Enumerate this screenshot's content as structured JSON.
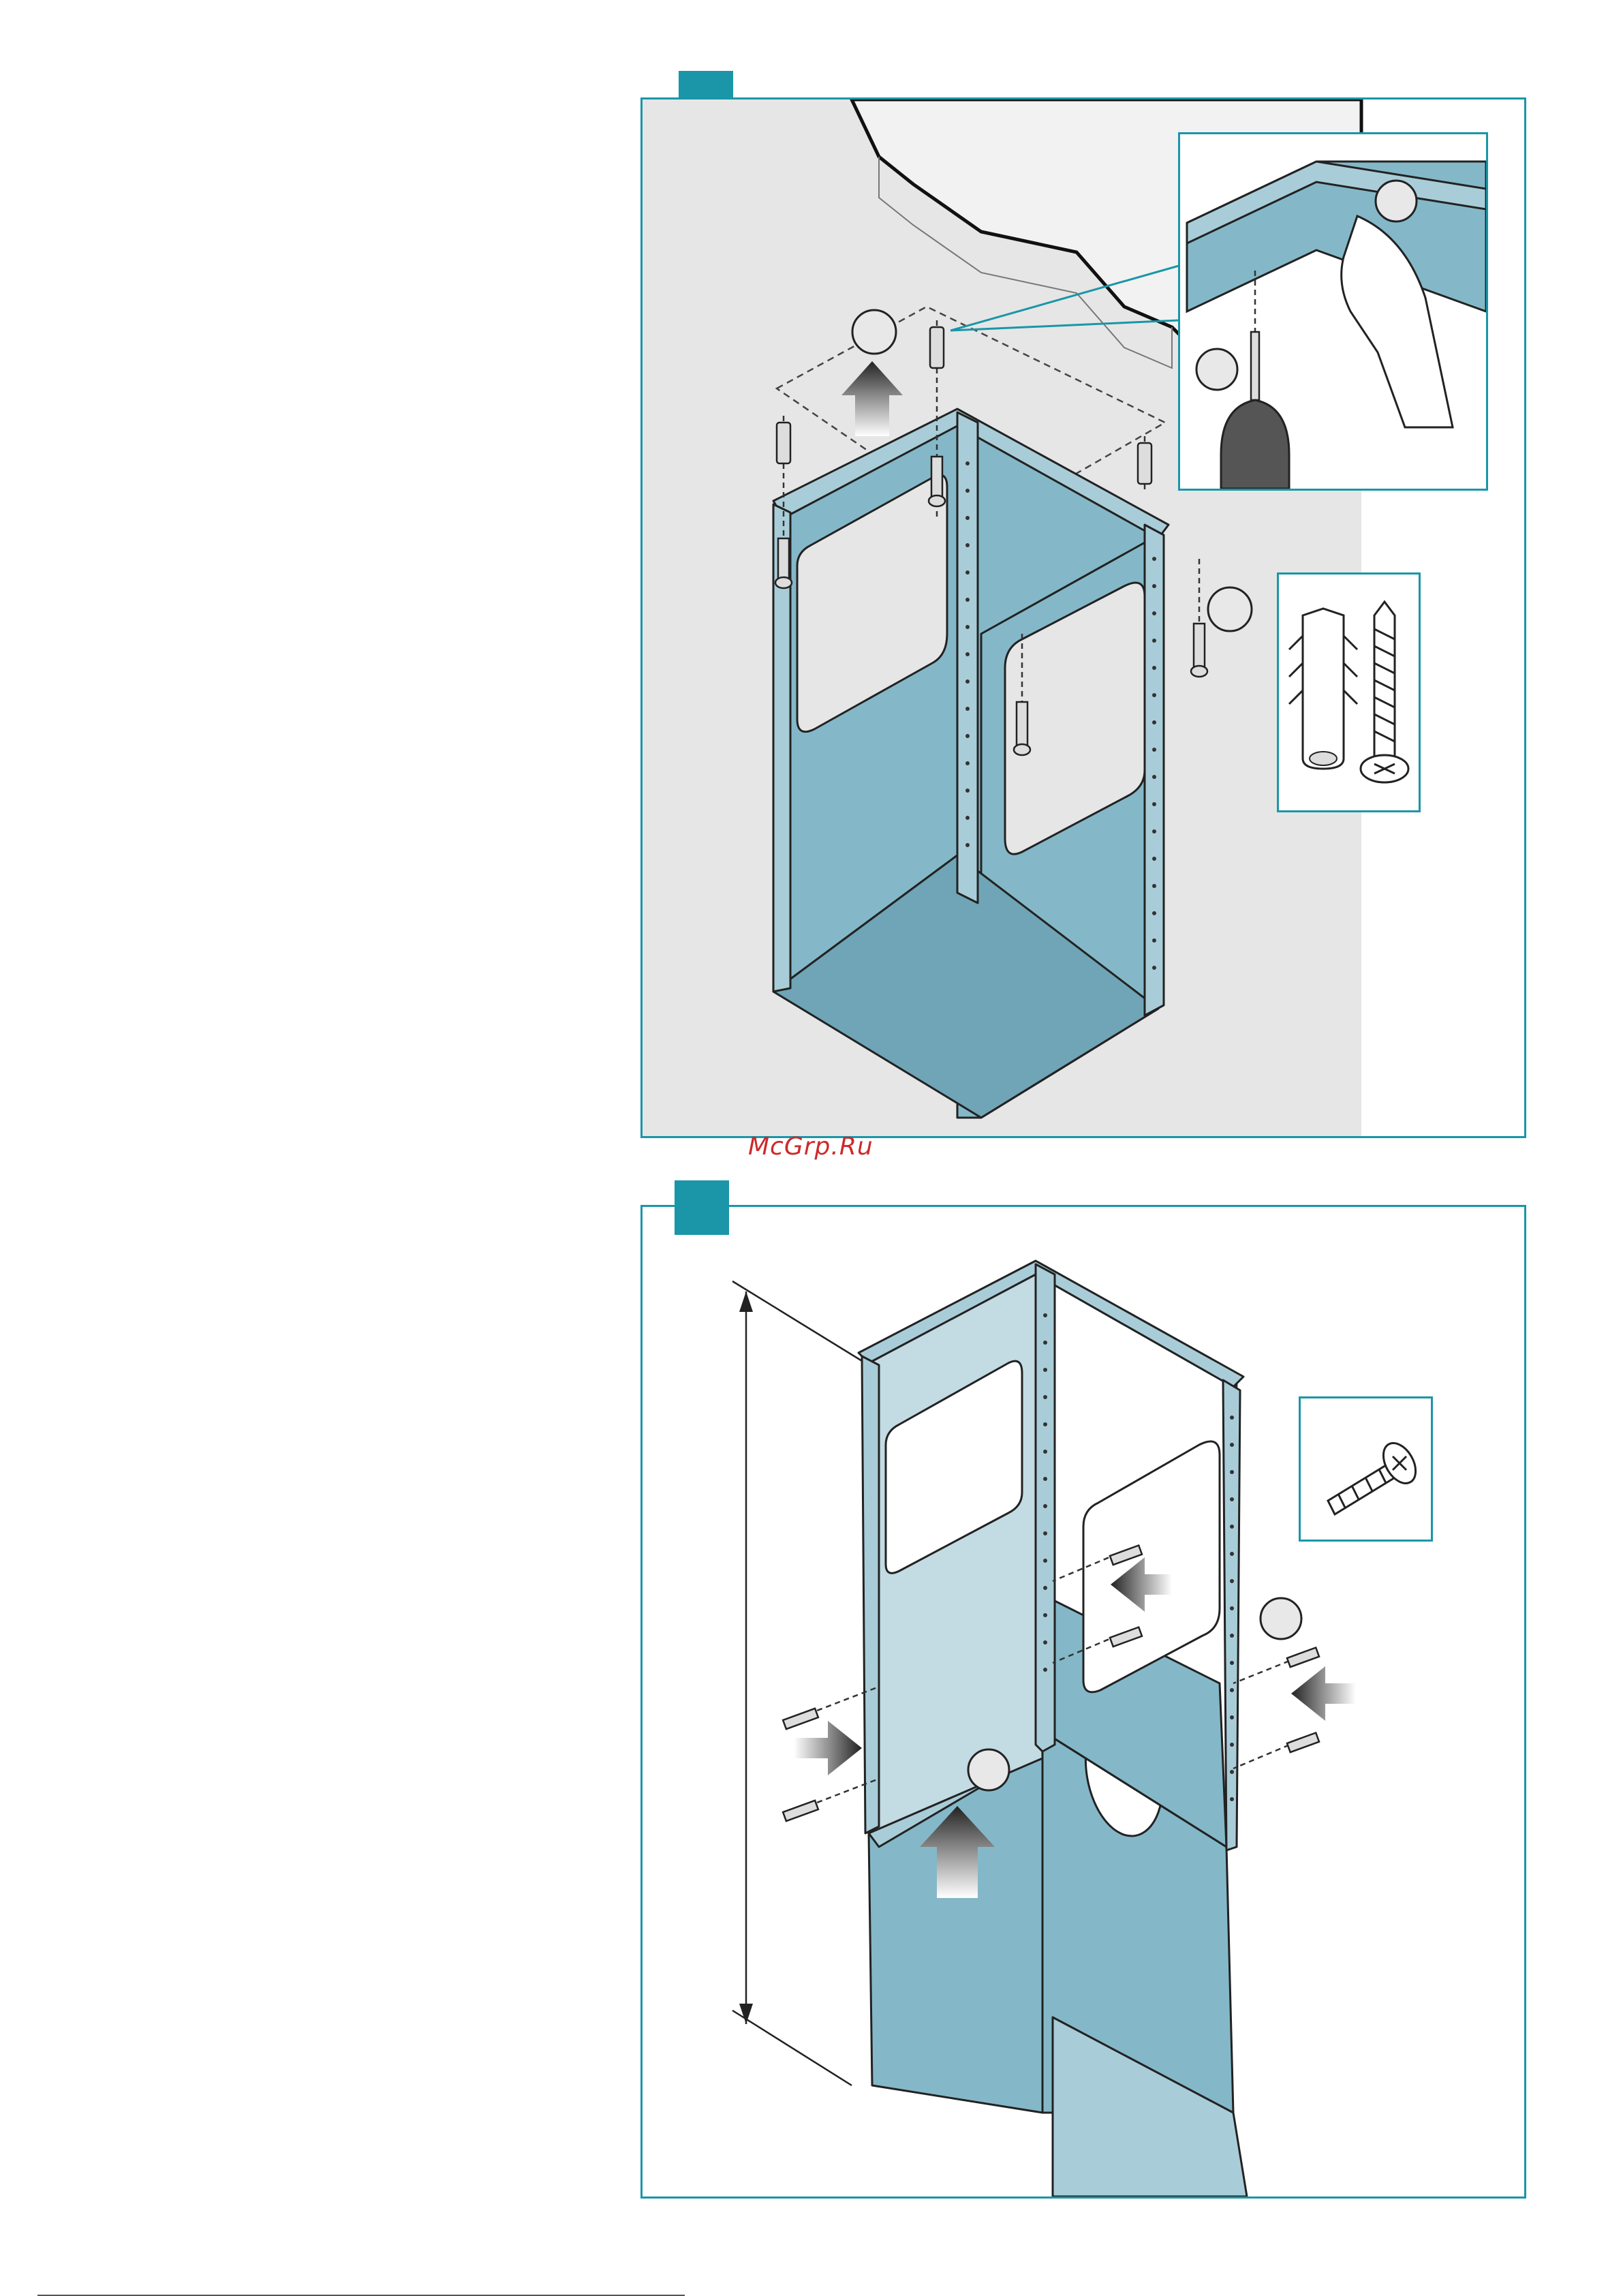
{
  "watermark": "McGrp.Ru",
  "colors": {
    "accent": "#1a96a8",
    "metal": "#84b8c8",
    "metal_light": "#c3dbe3",
    "metal_inner": "#a9cdd8",
    "wall": "#e6e6e6",
    "line": "#2a2a2a"
  },
  "icons": [
    "step-badge",
    "callout-circle",
    "screw-icon",
    "wall-plug-icon",
    "drill-icon",
    "hand-icon",
    "push-arrow-icon"
  ]
}
